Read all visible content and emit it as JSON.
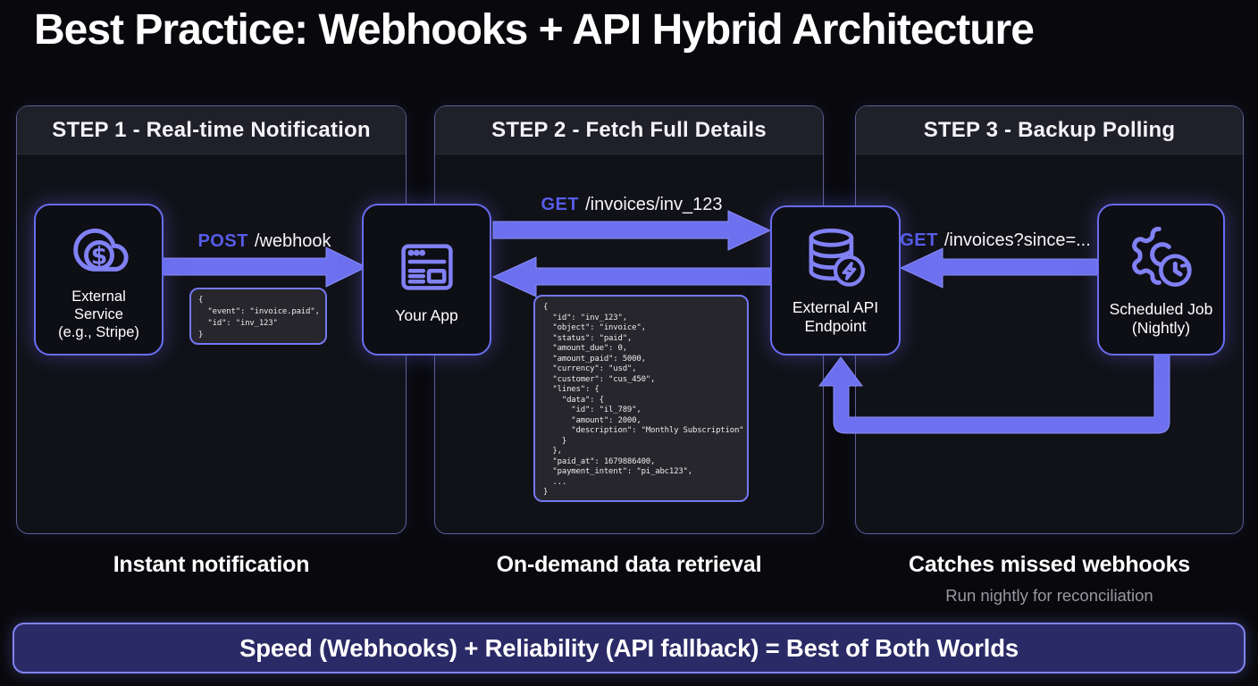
{
  "title": "Best Practice: Webhooks + API Hybrid Architecture",
  "steps": [
    {
      "header": "STEP 1 - Real-time Notification",
      "caption": "Instant notification"
    },
    {
      "header": "STEP 2 - Fetch Full Details",
      "caption": "On-demand data retrieval"
    },
    {
      "header": "STEP 3 - Backup Polling",
      "caption": "Catches missed webhooks",
      "subcaption": "Run nightly for reconciliation"
    }
  ],
  "nodes": {
    "external_service": {
      "label": "External\nService\n(e.g., Stripe)",
      "icon": "cloud-dollar-icon"
    },
    "your_app": {
      "label": "Your App",
      "icon": "app-window-icon"
    },
    "api_endpoint": {
      "label": "External API\nEndpoint",
      "icon": "database-bolt-icon"
    },
    "scheduled_job": {
      "label": "Scheduled Job\n(Nightly)",
      "icon": "gear-clock-icon"
    }
  },
  "arrows": {
    "webhook": {
      "method": "POST",
      "path": "/webhook"
    },
    "fetch": {
      "method": "GET",
      "path": "/invoices/inv_123"
    },
    "poll": {
      "method": "GET",
      "path": "/invoices?since=..."
    }
  },
  "code": {
    "webhook_payload": "{\n  \"event\": \"invoice.paid\",\n  \"id\": \"inv_123\"\n}",
    "invoice_response": "{\n  \"id\": \"inv_123\",\n  \"object\": \"invoice\",\n  \"status\": \"paid\",\n  \"amount_due\": 0,\n  \"amount_paid\": 5000,\n  \"currency\": \"usd\",\n  \"customer\": \"cus_450\",\n  \"lines\": {\n    \"data\": {\n      \"id\": \"il_789\",\n      \"amount\": 2000,\n      \"description\": \"Monthly Subscription\"\n    }\n  },\n  \"paid_at\": 1679886400,\n  \"payment_intent\": \"pi_abc123\",\n  ...\n}"
  },
  "banner": "Speed (Webhooks) + Reliability (API fallback) = Best of Both Worlds",
  "colors": {
    "accent": "#6366f1",
    "arrow": "#6d71ef",
    "node_border": "#696df0",
    "panel_border": "#5d6096",
    "banner_bg": "#2a2a66",
    "banner_border": "#7f83ee",
    "code_bg": "#26262c",
    "code_border": "#7478f2",
    "method": "#575ce8",
    "icon": "#8181f5"
  }
}
